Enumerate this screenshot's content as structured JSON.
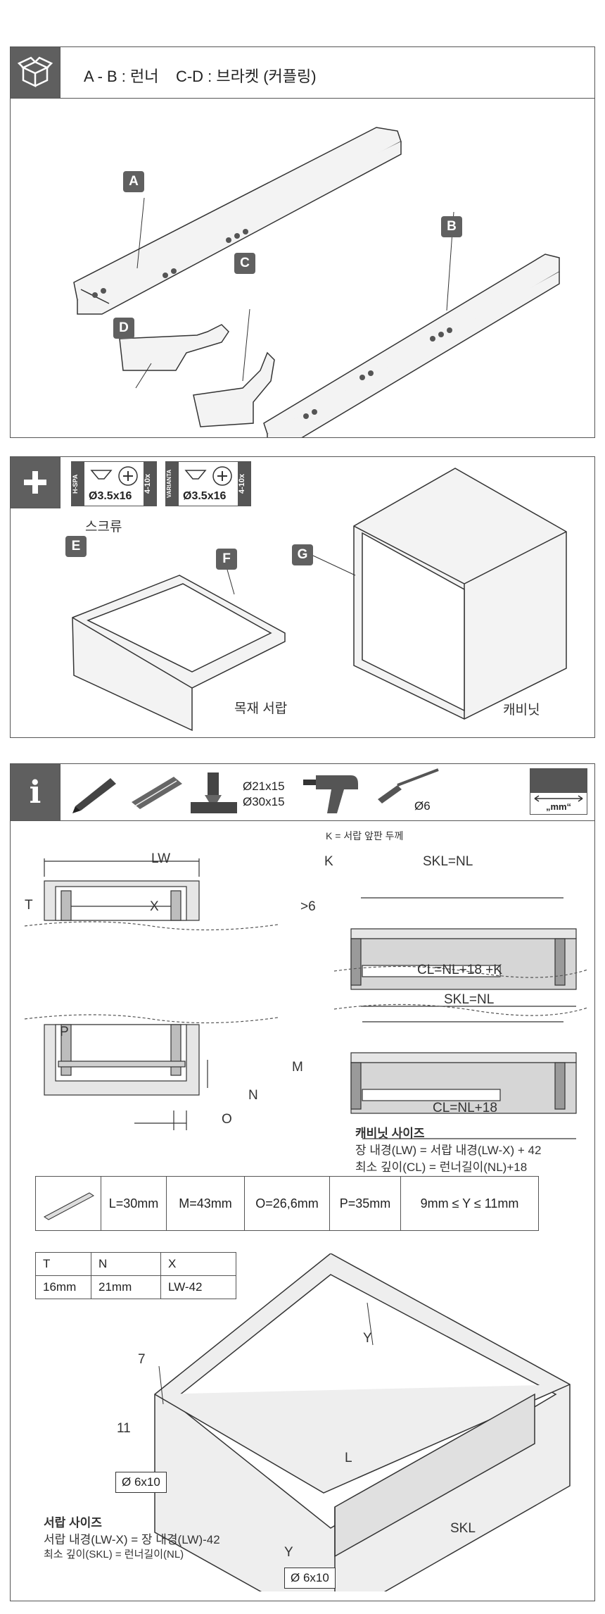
{
  "section1": {
    "title": "A - B : 런너    C-D : 브라켓 (커플링)",
    "labels": [
      "A",
      "B",
      "C",
      "D"
    ]
  },
  "section2": {
    "badges": [
      "E",
      "F",
      "G"
    ],
    "screw1_brand": "H-SPA",
    "screw1_size": "Ø3.5x16",
    "screw1_count": "4-10x",
    "screw2_brand": "VARIANTA",
    "screw2_size": "Ø3.5x16",
    "screw2_count": "4-10x",
    "screw_label": "스크류",
    "drawer_label": "목재 서랍",
    "cabinet_label": "캐비닛"
  },
  "section3": {
    "drill1": "Ø21x15",
    "drill2": "Ø30x15",
    "drill3": "Ø6",
    "unit": "„mm“",
    "k_note": "K = 서랍 앞판 두께",
    "dim": {
      "lw": "LW",
      "x": "X",
      "t": "T",
      "gt6": ">6",
      "p": "P",
      "m": "M",
      "n": "N",
      "o": "O",
      "k": "K",
      "skl1": "SKL=NL",
      "cl1": "CL=NL+18 +K",
      "skl2": "SKL=NL",
      "cl2": "CL=NL+18"
    },
    "cab_title": "캐비닛 사이즈",
    "cab_line1": "장 내경(LW) = 서랍 내경(LW-X) + 42",
    "cab_line2": "최소 깊이(CL) = 런너길이(NL)+18",
    "spec": [
      "L=30mm",
      "M=43mm",
      "O=26,6mm",
      "P=35mm",
      "9mm ≤ Y ≤ 11mm"
    ],
    "tnx_head": [
      "T",
      "N",
      "X"
    ],
    "tnx_vals": [
      "16mm",
      "21mm",
      "LW-42"
    ],
    "iso": {
      "y1": "Y",
      "seven": "7",
      "eleven": "11",
      "l": "L",
      "skl": "SKL",
      "y2": "Y",
      "hole1": "Ø 6x10",
      "hole2": "Ø 6x10"
    },
    "drawer_title": "서랍 사이즈",
    "drawer_line1": "서랍 내경(LW-X) = 장 내경(LW)-42",
    "drawer_line2": "최소 깊이(SKL) = 런너길이(NL)"
  }
}
